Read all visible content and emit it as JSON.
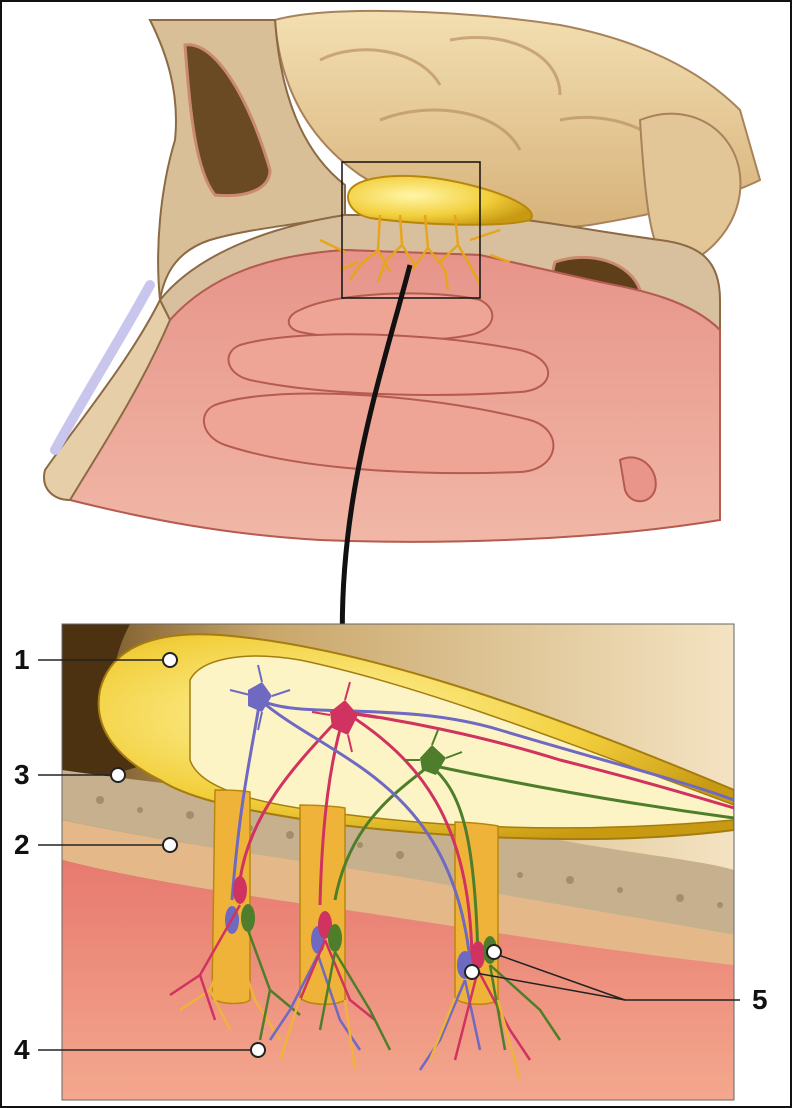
{
  "labels": {
    "l1": "1",
    "l2": "2",
    "l3": "3",
    "l4": "4",
    "l5": "5"
  }
}
